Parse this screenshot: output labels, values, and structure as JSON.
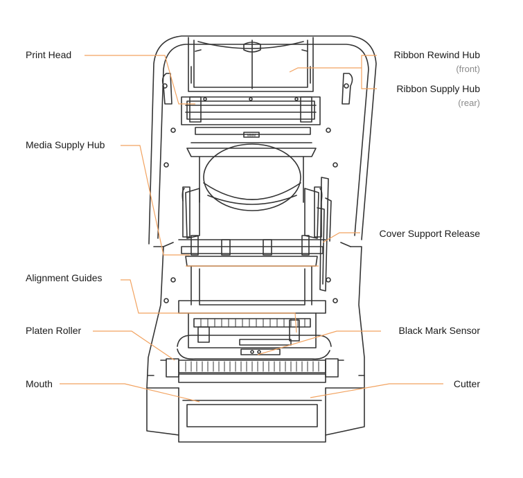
{
  "labels": {
    "print_head": "Print Head",
    "media_supply_hub": "Media Supply Hub",
    "alignment_guides": "Alignment Guides",
    "platen_roller": "Platen Roller",
    "mouth": "Mouth",
    "ribbon_rewind_hub": "Ribbon Rewind Hub",
    "ribbon_rewind_hub_note": "(front)",
    "ribbon_supply_hub": "Ribbon Supply Hub",
    "ribbon_supply_hub_note": "(rear)",
    "cover_support_release": "Cover Support Release",
    "black_mark_sensor": "Black Mark Sensor",
    "cutter": "Cutter"
  },
  "device_marking": "MMM",
  "colors": {
    "leader_line": "#f2a25f",
    "outline": "#333333",
    "label_text": "#1a1a1a",
    "note_text": "#8a8a8a"
  }
}
